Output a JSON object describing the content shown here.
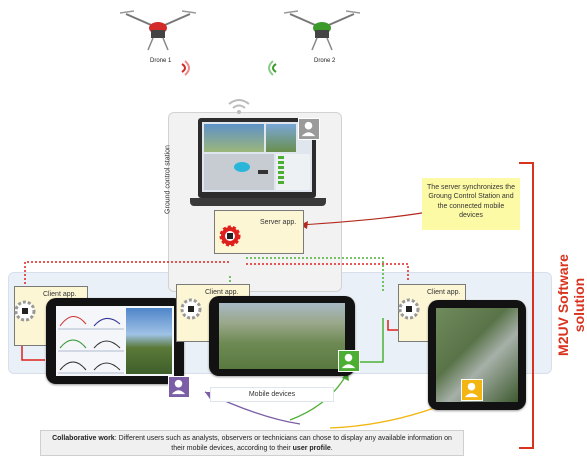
{
  "drones": [
    {
      "label": "Drone 1",
      "color": "#d32a2a"
    },
    {
      "label": "Drone 2",
      "color": "#3c9a2b"
    }
  ],
  "ground_station": {
    "label": "Ground control station",
    "server_label": "Server app."
  },
  "server_note": "The server synchronizes the Groung Control Station  and the connected mobile devices",
  "solution_label": "M2UV Software solution",
  "client_label": "Client app.",
  "mobile_devices_label": "Mobile devices",
  "footer": {
    "bold_lead": "Collaborative work",
    "text_a": ": Different users such as analysts, observers or technicians can chose to display any available information on their mobile devices, according to their ",
    "bold_end": "user profile",
    "text_end": "."
  },
  "colors": {
    "red": "#e0201c",
    "green": "#4caf33",
    "purple": "#7b5ea6",
    "orange": "#f2b512",
    "accent_right": "#d9321e"
  }
}
